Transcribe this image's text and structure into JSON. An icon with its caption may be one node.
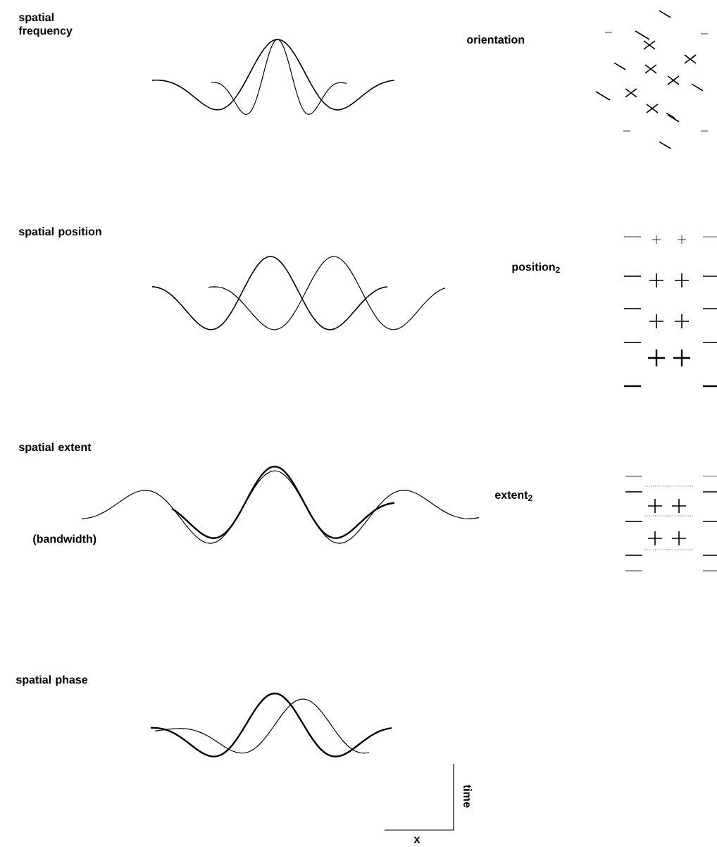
{
  "diagram": {
    "labels": [
      "spatial frequency",
      "orientation",
      "spatial position",
      "position$_{2}$",
      "spatial extent",
      "(bandwidth)",
      "extent$_{2}$",
      "spatial phase",
      "time",
      "x"
    ]
  }
}
